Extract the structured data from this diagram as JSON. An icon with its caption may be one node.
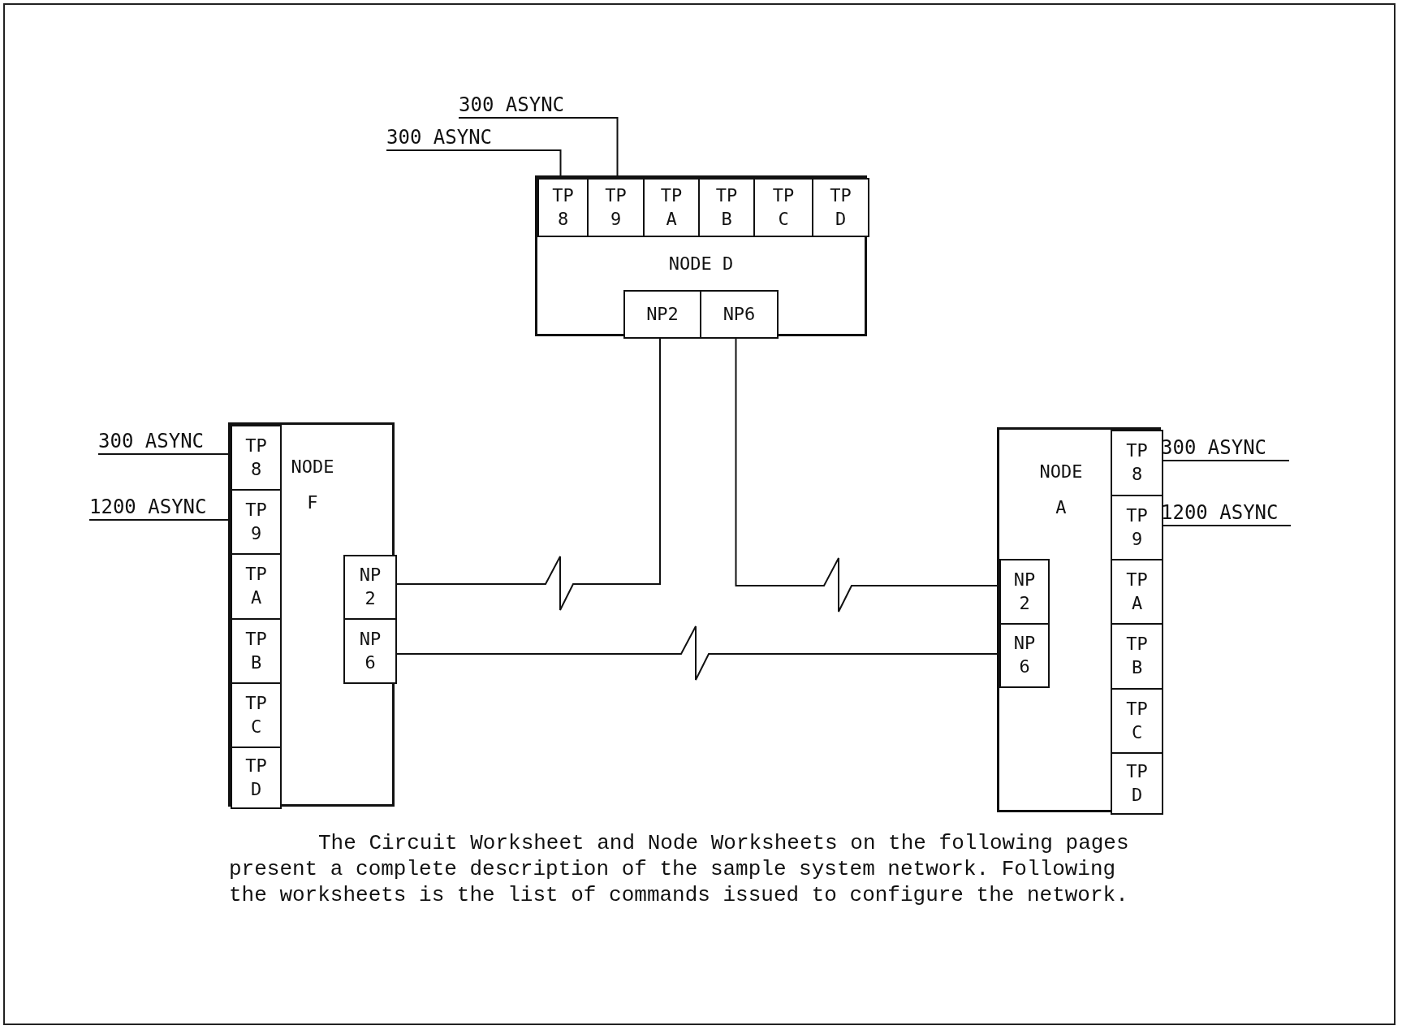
{
  "diagram": {
    "caption": "The Circuit Worksheet and Node Worksheets on the following pages present a complete description of the sample system network. Following the worksheets is the list of commands issued to configure the network.",
    "nodes": [
      {
        "text": [
          "NODE D"
        ]
      },
      {
        "text": [
          "TP 8"
        ],
        "in": 0
      },
      {
        "text": [
          "TP 9"
        ],
        "in": 0
      },
      {
        "text": [
          "TP A"
        ],
        "in": 0
      },
      {
        "text": [
          "TP B"
        ],
        "in": 0
      },
      {
        "text": [
          "TP C"
        ],
        "in": 0
      },
      {
        "text": [
          "TP D"
        ],
        "in": 0
      },
      {
        "text": [
          "NP2"
        ],
        "in": 0
      },
      {
        "text": [
          "NP6"
        ],
        "in": 0
      },
      {
        "text": [
          "300 ASYNC"
        ]
      },
      {
        "text": [
          "300 ASYNC"
        ]
      },
      {
        "text": [
          "NODE F"
        ]
      },
      {
        "text": [
          "TP 8"
        ],
        "in": 11
      },
      {
        "text": [
          "TP 9"
        ],
        "in": 11
      },
      {
        "text": [
          "TP A"
        ],
        "in": 11
      },
      {
        "text": [
          "TP B"
        ],
        "in": 11
      },
      {
        "text": [
          "TP C"
        ],
        "in": 11
      },
      {
        "text": [
          "TP D"
        ],
        "in": 11
      },
      {
        "text": [
          "NP 2"
        ],
        "in": 11
      },
      {
        "text": [
          "NP 6"
        ],
        "in": 11
      },
      {
        "text": [
          "300 ASYNC"
        ]
      },
      {
        "text": [
          "1200 ASYNC"
        ]
      },
      {
        "text": [
          "NODE A"
        ]
      },
      {
        "text": [
          "TP 8"
        ],
        "in": 22
      },
      {
        "text": [
          "TP 9"
        ],
        "in": 22
      },
      {
        "text": [
          "TP A"
        ],
        "in": 22
      },
      {
        "text": [
          "TP B"
        ],
        "in": 22
      },
      {
        "text": [
          "TP C"
        ],
        "in": 22
      },
      {
        "text": [
          "TP D"
        ],
        "in": 22
      },
      {
        "text": [
          "NP 2"
        ],
        "in": 22
      },
      {
        "text": [
          "NP 6"
        ],
        "in": 22
      },
      {
        "text": [
          "300 ASYNC"
        ]
      },
      {
        "text": [
          "1200 ASYNC"
        ]
      }
    ],
    "edges": [
      {
        "from": 9,
        "to": 2,
        "arrow": "none"
      },
      {
        "from": 10,
        "to": 1,
        "arrow": "none"
      },
      {
        "from": 20,
        "to": 12,
        "arrow": "none"
      },
      {
        "from": 21,
        "to": 13,
        "arrow": "none"
      },
      {
        "from": 31,
        "to": 23,
        "arrow": "none"
      },
      {
        "from": 32,
        "to": 24,
        "arrow": "none"
      },
      {
        "from": 7,
        "to": 18,
        "arrow": "none"
      },
      {
        "from": 8,
        "to": 29,
        "arrow": "none"
      },
      {
        "from": 19,
        "to": 30,
        "arrow": "none"
      }
    ]
  }
}
